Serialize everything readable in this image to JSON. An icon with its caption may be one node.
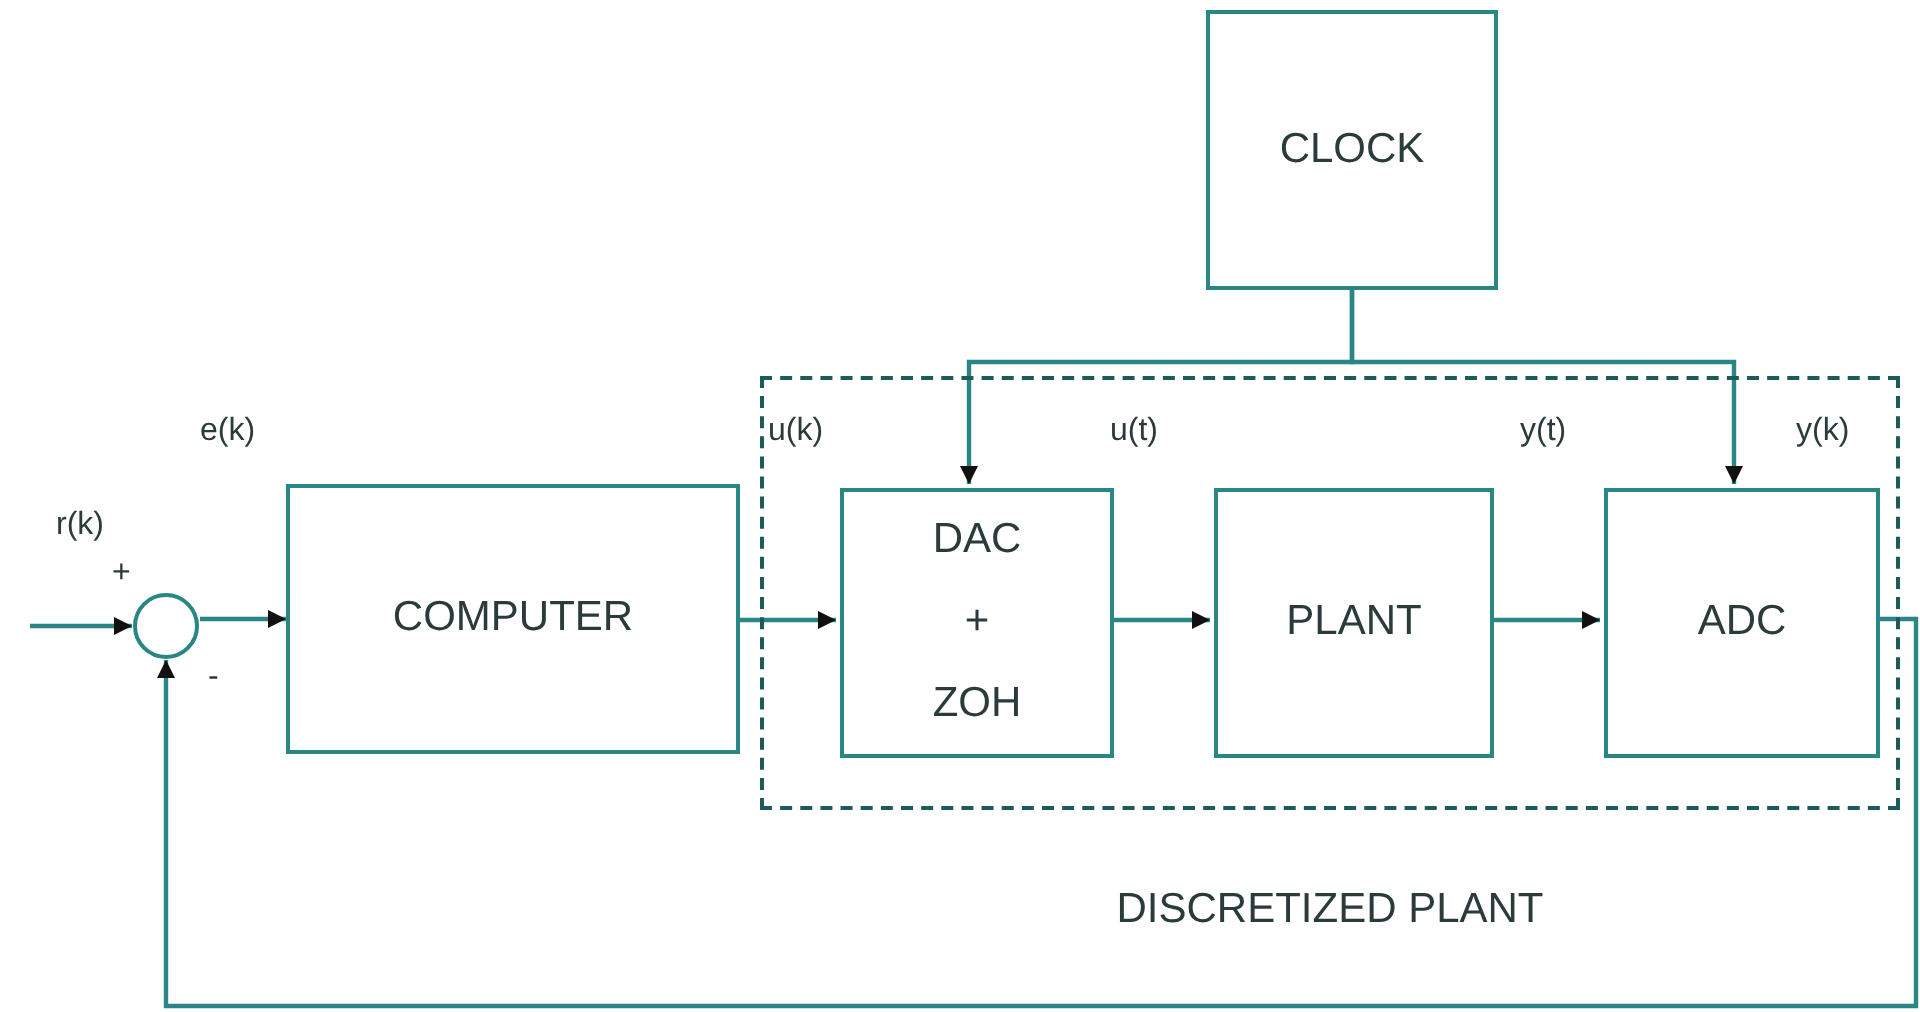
{
  "diagram": {
    "nodes": [
      {
        "text": [
          "CLOCK"
        ]
      },
      {
        "text": [],
        "shape": "circle"
      },
      {
        "text": [
          "COMPUTER"
        ]
      },
      {
        "text": [
          "DISCRETIZED PLANT"
        ]
      },
      {
        "text": [
          "DAC + ZOH"
        ],
        "in": 3
      },
      {
        "text": [
          "PLANT"
        ],
        "in": 3
      },
      {
        "text": [
          "ADC"
        ],
        "in": 3
      }
    ],
    "edges": [
      {
        "from": null,
        "to": 1,
        "arrow": "to"
      },
      {
        "from": 1,
        "to": 2,
        "arrow": "to"
      },
      {
        "from": 2,
        "to": 4,
        "arrow": "to"
      },
      {
        "from": 0,
        "to": 4,
        "arrow": "to"
      },
      {
        "from": 0,
        "to": 6,
        "arrow": "to"
      },
      {
        "from": 4,
        "to": 5,
        "arrow": "to"
      },
      {
        "from": 5,
        "to": 6,
        "arrow": "to"
      },
      {
        "from": 6,
        "to": 1,
        "arrow": "to"
      }
    ],
    "labels": [
      "e(k)",
      "u(k)",
      "u(t)",
      "y(t)",
      "y(k)",
      "r(k)",
      "+",
      "-"
    ]
  }
}
